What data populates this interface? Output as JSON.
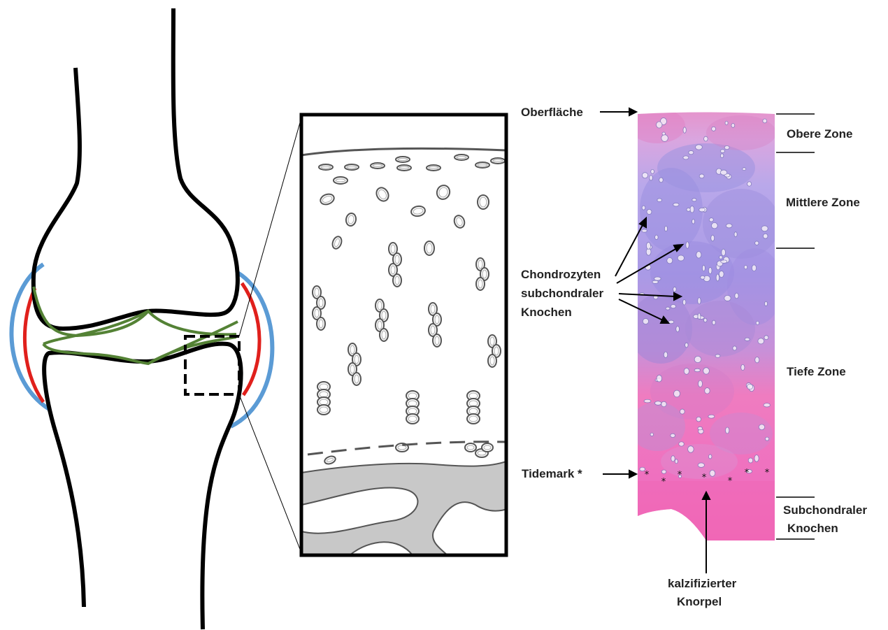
{
  "colors": {
    "bone_outline": "#000000",
    "capsule": "#5b9bd5",
    "synovial": "#e0201c",
    "meniscus": "#548235",
    "tissue_pink": "#ee7ec8",
    "tissue_purple": "#a897e0",
    "subchondral_gray": "#c8c8c8"
  },
  "labels": {
    "surface": "Oberfläche",
    "upper_zone": "Obere Zone",
    "middle_zone": "Mittlere Zone",
    "chondrocytes_line1": "Chondrozyten",
    "chondrocytes_line2": "subchondraler",
    "chondrocytes_line3": "Knochen",
    "deep_zone": "Tiefe Zone",
    "tidemark": "Tidemark *",
    "subchondral_line1": "Subchondraler",
    "subchondral_line2": "Knochen",
    "calcified_line1": "kalzifizierter",
    "calcified_line2": "Knorpel",
    "star": "*"
  }
}
